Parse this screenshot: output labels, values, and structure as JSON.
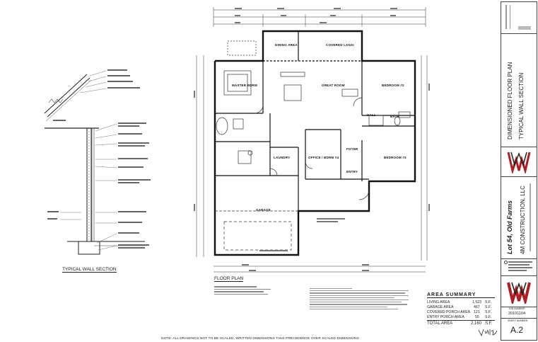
{
  "wall_section": {
    "title": "TYPICAL WALL SECTION"
  },
  "floor_plan": {
    "title": "FLOOR PLAN",
    "rooms": {
      "dining": "DINING AREA",
      "covered_lanai": "COVERED LANAI",
      "master": "MASTER BDRM",
      "great_room": "GREAT ROOM",
      "bedroom2": "BEDROOM #2",
      "hall": "HALL",
      "bath": "BATH",
      "office": "OFFICE / BDRM #4",
      "foyer": "FOYER",
      "bedroom3": "BEDROOM #3",
      "laundry": "LAUNDRY",
      "entry": "ENTRY",
      "garage": "GARAGE"
    }
  },
  "area_summary": {
    "title": "AREA SUMMARY",
    "rows": [
      {
        "label": "LIVING AREA",
        "value": "1,523",
        "unit": "S.F."
      },
      {
        "label": "GARAGE AREA",
        "value": "467",
        "unit": "S.F."
      },
      {
        "label": "COVERED PORCH AREA",
        "value": "121",
        "unit": "S.F."
      },
      {
        "label": "ENTRY PORCH AREA",
        "value": "55",
        "unit": "S.F."
      }
    ],
    "total_label": "TOTAL AREA",
    "total_value": "2,160",
    "total_unit": "S.F."
  },
  "title_block": {
    "sheet_title": "DIMENSIONED FLOOR PLAN",
    "sheet_subtitle": "TYPICAL WALL SECTION",
    "lot": "Lot 54, Old Farms",
    "company": "4M CONSTRUCTION, LLC",
    "job_number_label": "JOB NUMBER",
    "job_number": "20101104",
    "sheet_number_label": "SHEET NUMBER",
    "sheet_number": "A.2"
  },
  "note": "NOTE:  ALL DRAWINGS NOT TO BE SCALED, WRITTEN DIMENSIONS TAKE PRECEDENCE OVER SCALED DIMENSIONS",
  "colors": {
    "logo_red": "#b01e23",
    "line": "#1a1a1a"
  }
}
